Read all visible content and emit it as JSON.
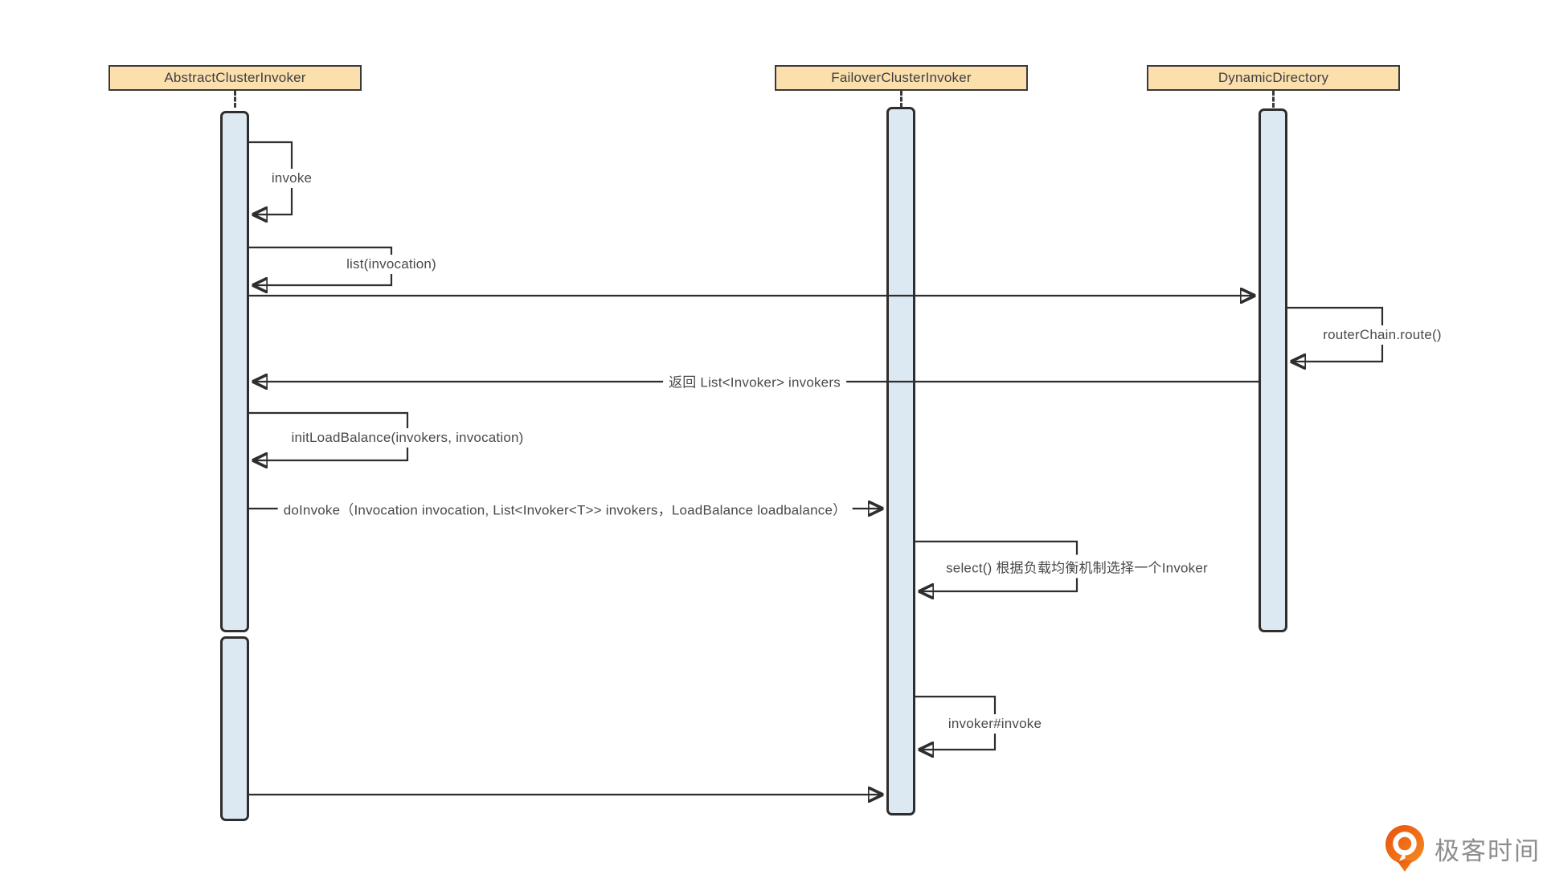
{
  "diagram": {
    "type": "uml-sequence-diagram",
    "participants": [
      {
        "id": "abstract",
        "label": "AbstractClusterInvoker"
      },
      {
        "id": "failover",
        "label": "FailoverClusterInvoker"
      },
      {
        "id": "dynamic",
        "label": "DynamicDirectory"
      }
    ],
    "messages": [
      {
        "from": "abstract",
        "to": "abstract",
        "kind": "self",
        "label": "invoke"
      },
      {
        "from": "abstract",
        "to": "abstract",
        "kind": "self",
        "label": "list(invocation)"
      },
      {
        "from": "abstract",
        "to": "dynamic",
        "kind": "call",
        "label": ""
      },
      {
        "from": "dynamic",
        "to": "dynamic",
        "kind": "self",
        "label": "routerChain.route()"
      },
      {
        "from": "dynamic",
        "to": "abstract",
        "kind": "return",
        "label": "返回 List<Invoker> invokers"
      },
      {
        "from": "abstract",
        "to": "abstract",
        "kind": "self",
        "label": "initLoadBalance(invokers, invocation)"
      },
      {
        "from": "abstract",
        "to": "failover",
        "kind": "call",
        "label": "doInvoke（Invocation invocation, List<Invoker<T>> invokers，LoadBalance loadbalance）"
      },
      {
        "from": "failover",
        "to": "failover",
        "kind": "self",
        "label": "select() 根据负载均衡机制选择一个Invoker"
      },
      {
        "from": "failover",
        "to": "failover",
        "kind": "self",
        "label": "invoker#invoke"
      },
      {
        "from": "abstract",
        "to": "failover",
        "kind": "call",
        "label": ""
      }
    ],
    "colors": {
      "participant_fill": "#FBDFAD",
      "participant_border": "#3a3a3a",
      "activation_fill": "#DCE9F2",
      "activation_border": "#2e2e2e",
      "line": "#2e2e2e",
      "label_text": "#4a4a4a",
      "logo_orange": "#F0681F",
      "logo_text_gray": "#8d8d8d"
    },
    "watermark": {
      "text": "极客时间"
    }
  }
}
